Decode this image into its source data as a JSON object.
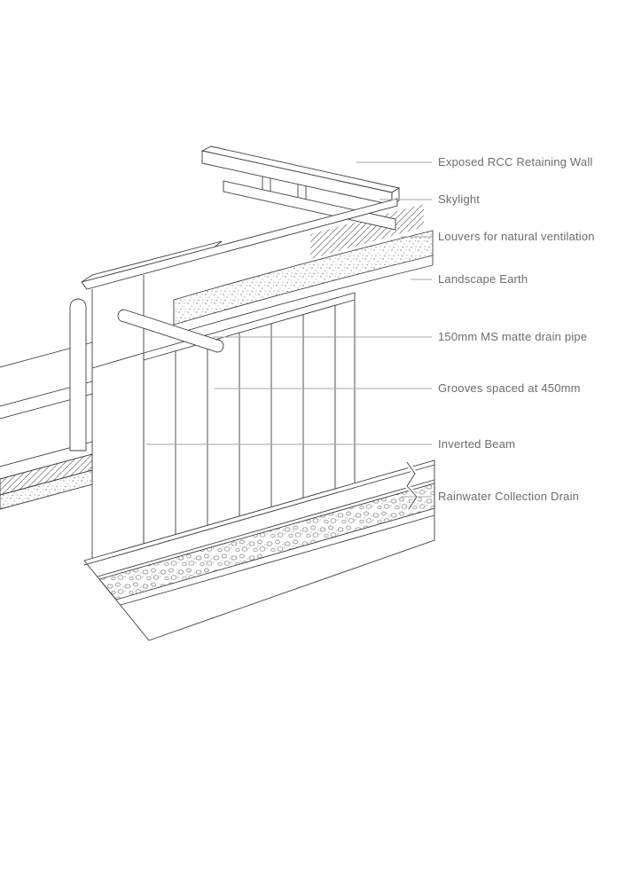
{
  "page": {
    "background": "#ffffff",
    "kind": "axonometric architectural detail drawing"
  },
  "drawing": {
    "line_color": "#3d3d3d",
    "leader_color": "#a6a6a6",
    "label_color": "#6d6d6d",
    "texture_colors": {
      "earth_dots": "#8a8a8a",
      "gravel": "#7d7d7d",
      "hatch": "#7f7f7f"
    }
  },
  "labels": [
    {
      "id": "exposed-rcc-retaining-wall",
      "text": "Exposed RCC Retaining Wall"
    },
    {
      "id": "skylight",
      "text": "Skylight"
    },
    {
      "id": "louvers",
      "text": "Louvers for natural ventilation"
    },
    {
      "id": "landscape-earth",
      "text": "Landscape Earth"
    },
    {
      "id": "drain-pipe",
      "text": "150mm MS matte drain pipe"
    },
    {
      "id": "grooves",
      "text": "Grooves spaced at 450mm"
    },
    {
      "id": "inverted-beam",
      "text": "Inverted Beam"
    },
    {
      "id": "rainwater-drain",
      "text": "Rainwater Collection Drain"
    }
  ]
}
